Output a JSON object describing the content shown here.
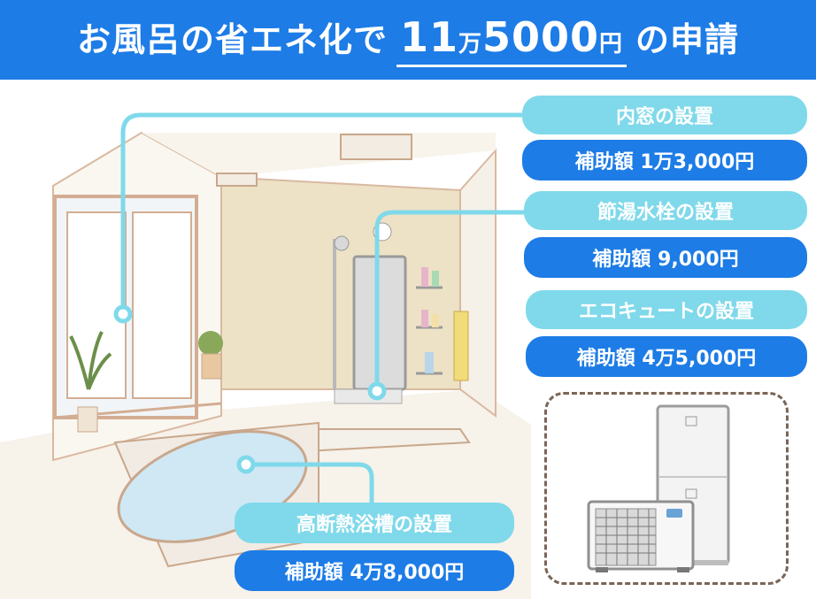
{
  "header": {
    "prefix": "お風呂の省エネ化で",
    "amount_digits1": "11",
    "amount_unit1": "万",
    "amount_digits2": "5000",
    "amount_unit2": "円",
    "suffix": "の申請"
  },
  "subsidies": [
    {
      "label": "内窓の設置",
      "amount": "補助額 1万3,000円"
    },
    {
      "label": "節湯水栓の設置",
      "amount": "補助額 9,000円"
    },
    {
      "label": "エコキュートの設置",
      "amount": "補助額 4万5,000円"
    },
    {
      "label": "高断熱浴槽の設置",
      "amount": "補助額 4万8,000円"
    }
  ],
  "colors": {
    "header_bg": "#1d7ce6",
    "label_pill": "#7fd9ea",
    "amount_pill": "#1d7ce6",
    "connector": "#7fd9ea"
  },
  "illustrations": [
    "bathroom-illustration",
    "eco-cute-water-heater-illustration"
  ]
}
